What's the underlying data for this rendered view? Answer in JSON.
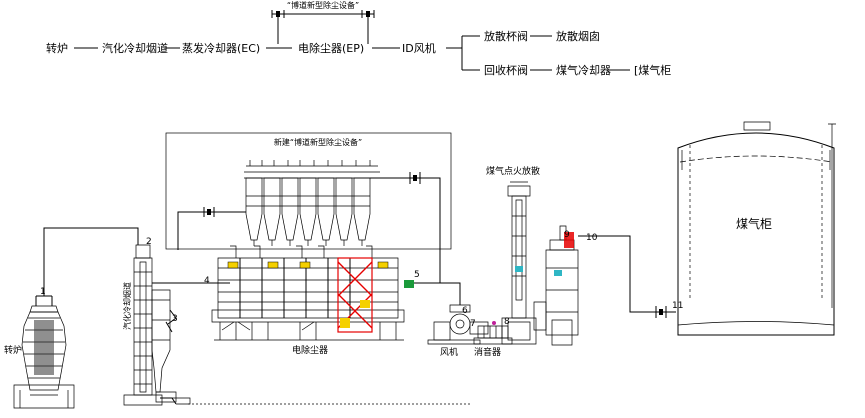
{
  "flow": {
    "top_note": "“博道新型除尘设备”",
    "steps": [
      "转炉",
      "汽化冷却烟道",
      "蒸发冷却器(EC)",
      "电除尘器(EP)",
      "ID风机"
    ],
    "branch_top": [
      "放散杯阀",
      "放散烟囱"
    ],
    "branch_bottom": [
      "回收杯阀",
      "煤气冷却器",
      "[煤气柜"
    ]
  },
  "plant": {
    "box_title": "新建“博道新型除尘设备”",
    "labels": {
      "converter": "转炉",
      "ep": "电除尘器",
      "fan": "风机",
      "silencer": "消音器",
      "flare": "煤气点火放散",
      "holder": "煤气柜",
      "flue": "汽化冷却烟道"
    },
    "numbers": [
      "1",
      "2",
      "3",
      "4",
      "5",
      "6",
      "7",
      "8",
      "9",
      "10",
      "11"
    ]
  },
  "colors": {
    "line": "#000000",
    "highlight_red": "#e60000",
    "highlight_yellow": "#f5d000",
    "accent_green": "#1a9a3a",
    "accent_cyan": "#2fb6c4",
    "accent_magenta": "#c0209a"
  }
}
